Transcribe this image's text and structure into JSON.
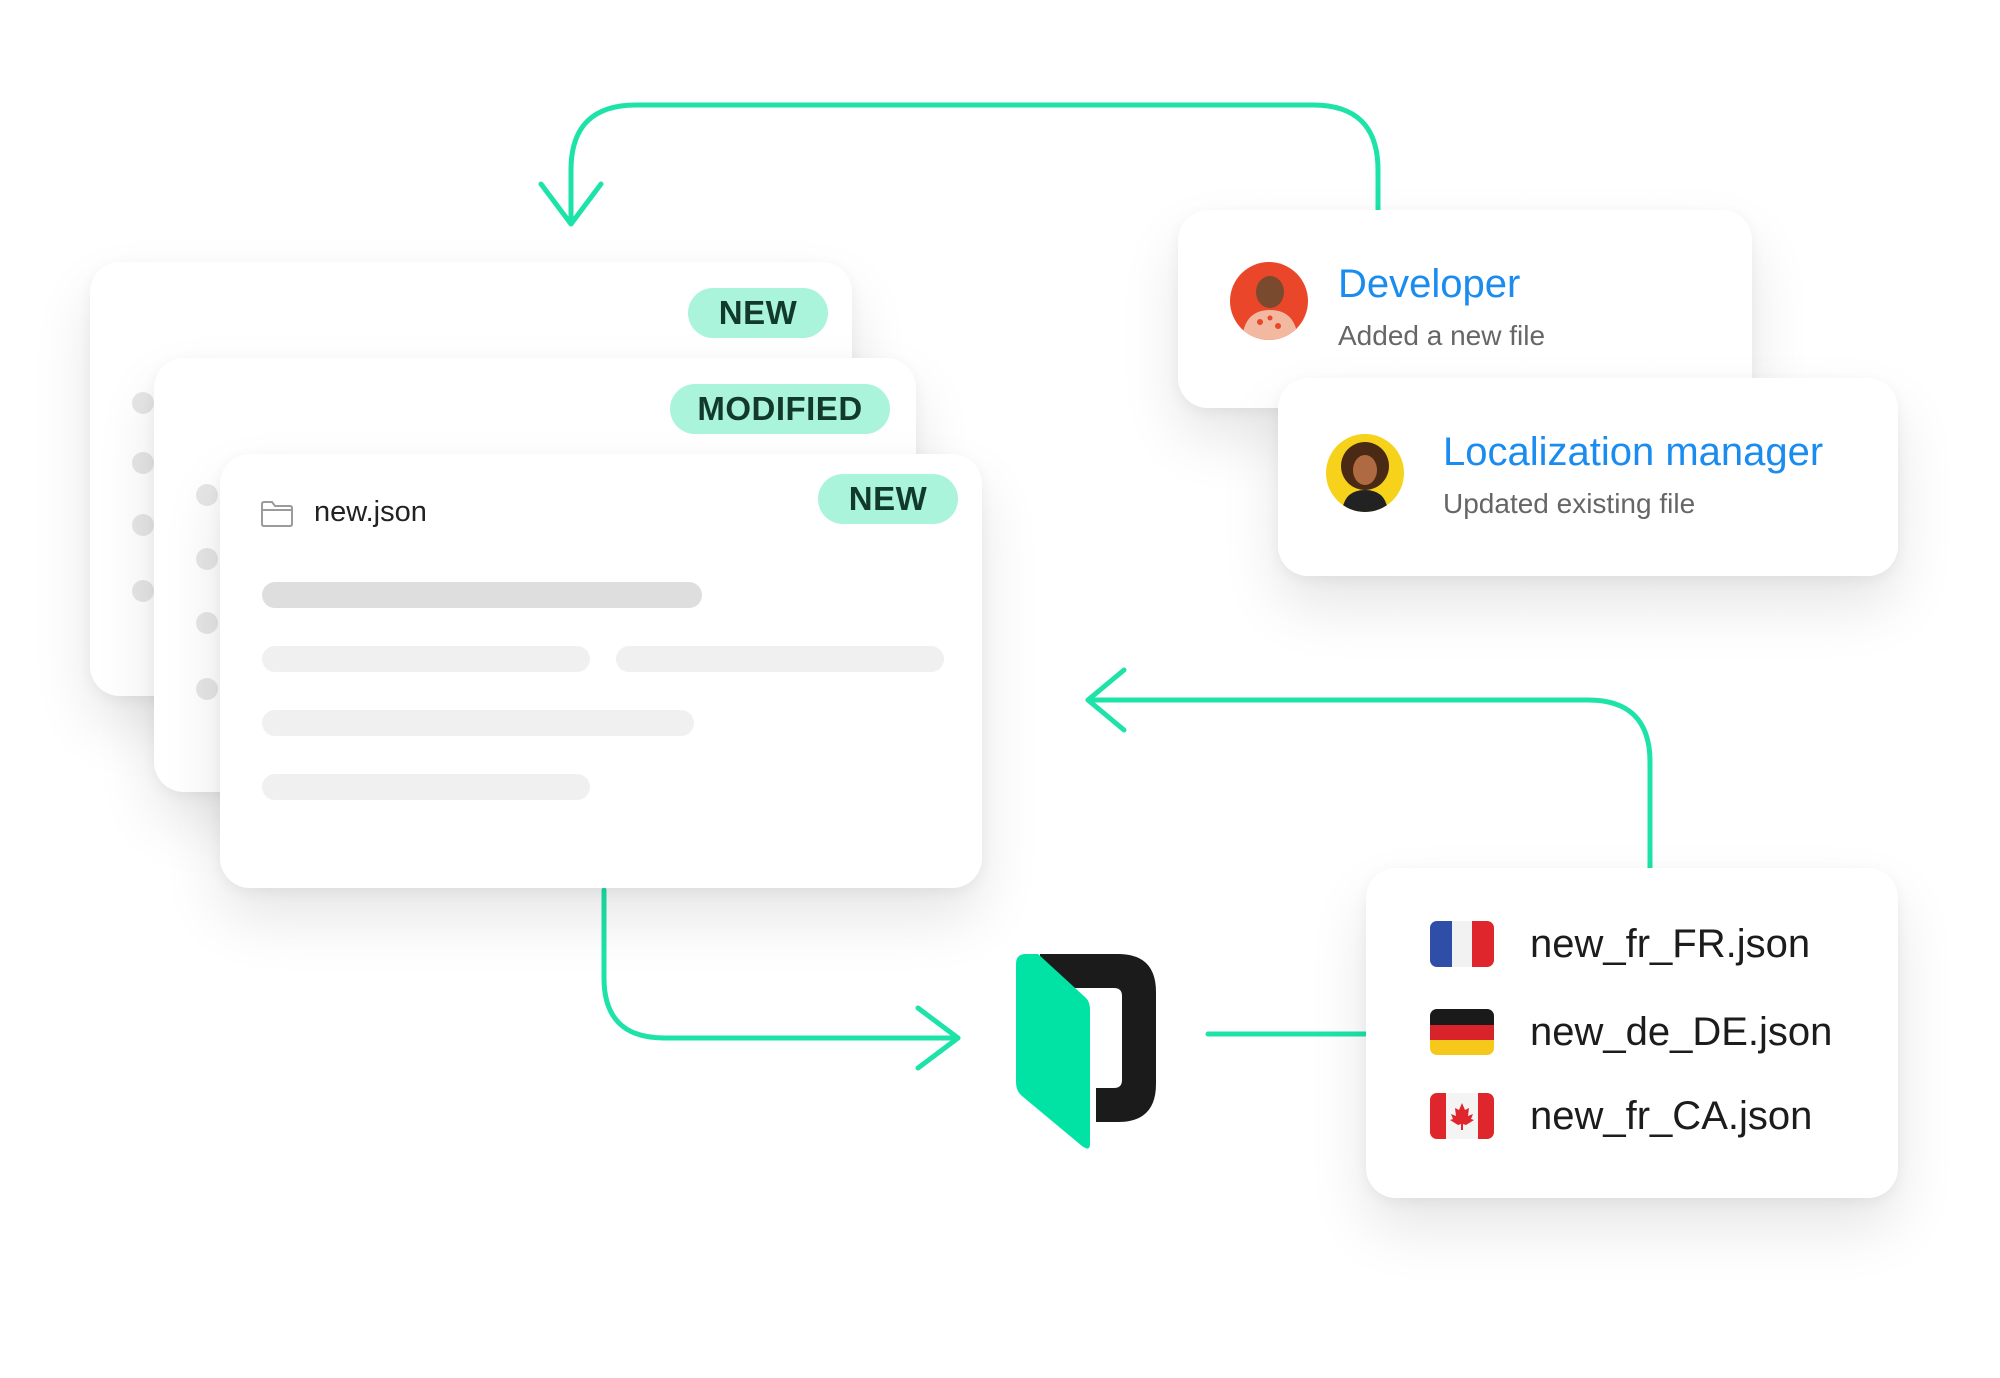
{
  "files": {
    "back_card": {
      "badge": "NEW"
    },
    "middle_card": {
      "badge": "MODIFIED"
    },
    "front_card": {
      "badge": "NEW",
      "filename": "new.json",
      "icon": "folder-icon"
    }
  },
  "activity": [
    {
      "role": "Developer",
      "action": "Added a new file",
      "avatar_color": "#e9462a"
    },
    {
      "role": "Localization manager",
      "action": "Updated existing file",
      "avatar_color": "#f6d21b"
    }
  ],
  "logo": {
    "name": "phrase-logo",
    "accent": "#00e3a5",
    "dark": "#1b1b1b"
  },
  "translations": [
    {
      "filename": "new_fr_FR.json",
      "flag": "france-flag"
    },
    {
      "filename": "new_de_DE.json",
      "flag": "germany-flag"
    },
    {
      "filename": "new_fr_CA.json",
      "flag": "canada-flag"
    }
  ],
  "colors": {
    "arrow": "#1ee3a8",
    "badge_bg": "#a9f4da",
    "link_blue": "#1a8cf0"
  }
}
